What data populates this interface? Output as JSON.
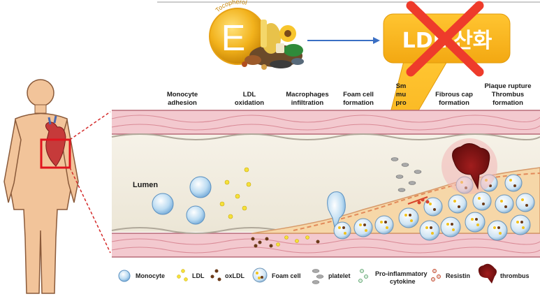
{
  "vitamin": {
    "letter": "E",
    "arc_text": "Tocopherol"
  },
  "callout": {
    "text": "LDL 산화"
  },
  "stages": [
    {
      "line1": "Monocyte",
      "line2": "adhesion"
    },
    {
      "line1": "LDL",
      "line2": "oxidation"
    },
    {
      "line1": "Macrophages",
      "line2": "infiltration"
    },
    {
      "line1": "Foam cell",
      "line2": "formation"
    },
    {
      "line1": "Sm",
      "line2": "mu",
      "line3": "pro"
    },
    {
      "line1": "Fibrous cap",
      "line2": "formation"
    },
    {
      "line1": "Plaque rupture",
      "line2": "Thrombus",
      "line3": "formation"
    }
  ],
  "lumen_label": "Lumen",
  "legend": {
    "monocyte": "Monocyte",
    "ldl": "LDL",
    "oxldl": "oxLDL",
    "foam_cell": "Foam cell",
    "platelet": "platelet",
    "cytokine_line1": "Pro-inflammatory",
    "cytokine_line2": "cytokine",
    "resistin": "Resistin",
    "thrombus": "thrombus"
  },
  "colors": {
    "vitamin_gold": "#f2b21c",
    "callout_fill": "#f9b824",
    "cross_red": "#ee3b2b",
    "arrow_blue": "#3a6fc4",
    "body_skin": "#f2c49a",
    "body_outline": "#8a5a3a",
    "highlight_red": "#e0141e",
    "vessel_wall": "#f3c9cf",
    "thrombus": "#8b1a1a"
  }
}
